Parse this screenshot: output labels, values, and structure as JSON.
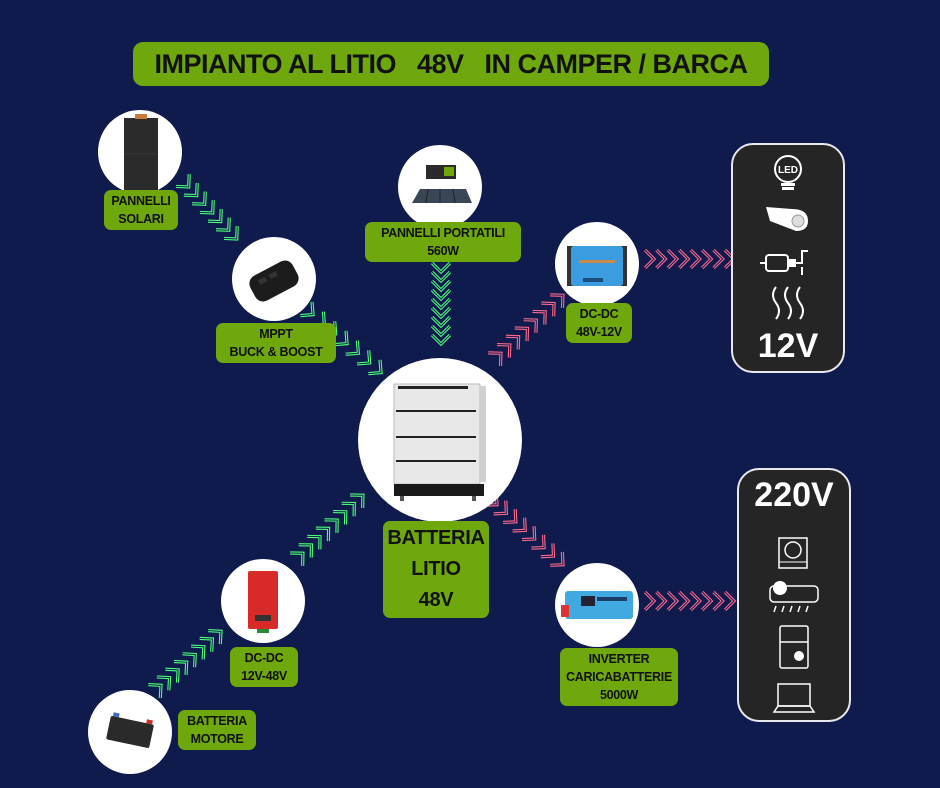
{
  "title": "IMPIANTO AL LITIO   48V   IN CAMPER / BARCA",
  "colors": {
    "background": "#0f1a4d",
    "label_green": "#6fa80c",
    "arrow_green": "#4dff7a",
    "arrow_pink": "#ff6a8e",
    "panel_dark": "#252525"
  },
  "nodes": {
    "solar_panels": {
      "icon": "solar-panel-icon",
      "lines": [
        "PANNELLI",
        "SOLARI"
      ]
    },
    "mppt": {
      "icon": "mppt-controller-icon",
      "lines": [
        "MPPT",
        "BUCK & BOOST"
      ]
    },
    "portable_panels": {
      "icon": "portable-solar-panel-icon",
      "lines": [
        "PANNELLI PORTATILI",
        "560W"
      ]
    },
    "dcdc_48_12": {
      "icon": "dc-dc-converter-icon",
      "lines": [
        "DC-DC",
        "48V-12V"
      ]
    },
    "lithium_battery": {
      "icon": "battery-rack-icon",
      "lines": [
        "BATTERIA",
        "LITIO",
        "48V"
      ]
    },
    "inverter": {
      "icon": "inverter-icon",
      "lines": [
        "INVERTER",
        "CARICABATTERIE",
        "5000W"
      ]
    },
    "dcdc_12_48": {
      "icon": "dc-dc-booster-icon",
      "lines": [
        "DC-DC",
        "12V-48V"
      ]
    },
    "engine_battery": {
      "icon": "car-battery-icon",
      "lines": [
        "BATTERIA",
        "MOTORE"
      ]
    }
  },
  "loads_12v": {
    "voltage": "12V",
    "icons": [
      "led-bulb-icon",
      "usb-car-charger-icon",
      "water-pump-icon",
      "heater-icon"
    ],
    "led_text": "LED"
  },
  "loads_220v": {
    "voltage": "220V",
    "icons": [
      "induction-hob-icon",
      "air-conditioner-icon",
      "fridge-icon",
      "laptop-icon"
    ]
  },
  "flows": [
    {
      "from": "solar_panels",
      "to": "mppt",
      "type": "input"
    },
    {
      "from": "mppt",
      "to": "lithium_battery",
      "type": "input"
    },
    {
      "from": "portable_panels",
      "to": "lithium_battery",
      "type": "input"
    },
    {
      "from": "lithium_battery",
      "to": "dcdc_48_12",
      "type": "output"
    },
    {
      "from": "dcdc_48_12",
      "to": "loads_12v",
      "type": "output"
    },
    {
      "from": "lithium_battery",
      "to": "inverter",
      "type": "output"
    },
    {
      "from": "inverter",
      "to": "loads_220v",
      "type": "output"
    },
    {
      "from": "engine_battery",
      "to": "dcdc_12_48",
      "type": "input"
    },
    {
      "from": "dcdc_12_48",
      "to": "lithium_battery",
      "type": "input"
    }
  ]
}
